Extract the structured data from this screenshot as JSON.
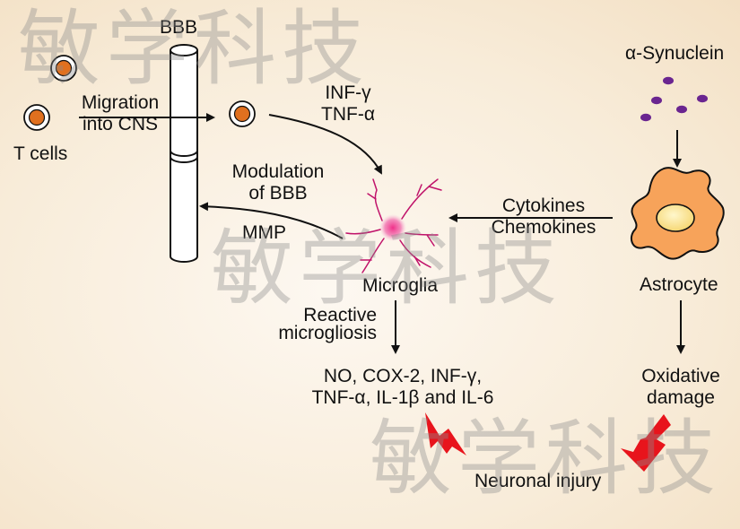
{
  "labels": {
    "bbb": "BBB",
    "migration_line1": "Migration",
    "migration_line2": "into CNS",
    "t_cells": "T cells",
    "inf_gamma": "INF-γ",
    "tnf_alpha": "TNF-α",
    "modulation_line1": "Modulation",
    "modulation_line2": "of BBB",
    "mmp": "MMP",
    "microglia": "Microglia",
    "cytokines": "Cytokines",
    "chemokines": "Chemokines",
    "alpha_synuclein": "α-Synuclein",
    "astrocyte": "Astrocyte",
    "reactive_line1": "Reactive",
    "reactive_line2": "microgliosis",
    "mediators_line1": "NO, COX-2, INF-γ,",
    "mediators_line2": "TNF-α, IL-1β and IL-6",
    "oxidative_line1": "Oxidative",
    "oxidative_line2": "damage",
    "neuronal_injury": "Neuronal injury"
  },
  "watermark": "敏学科技",
  "colors": {
    "t_cell_fill": "#e0701f",
    "astrocyte_fill": "#f7a35a",
    "astrocyte_nucleus": "#fce7a0",
    "synuclein": "#6a2590",
    "microglia_process": "#c0136a",
    "microglia_nucleus": "#e8308c",
    "lightning": "#e8141c"
  }
}
